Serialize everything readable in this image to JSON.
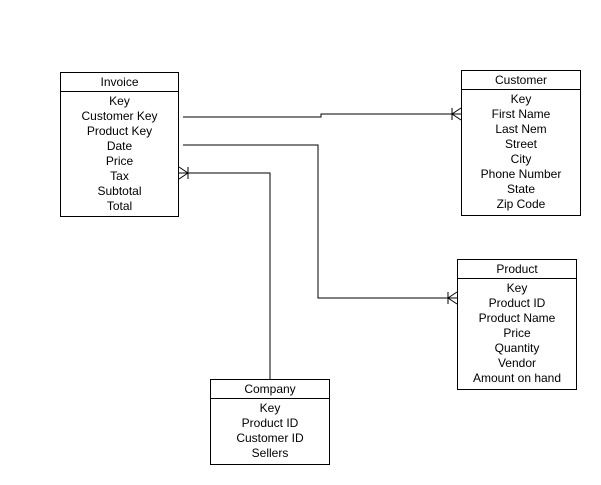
{
  "entities": {
    "invoice": {
      "title": "Invoice",
      "fields": [
        "Key",
        "Customer Key",
        "Product Key",
        "Date",
        "Price",
        "Tax",
        "Subtotal",
        "Total"
      ]
    },
    "customer": {
      "title": "Customer",
      "fields": [
        "Key",
        "First Name",
        "Last Nem",
        "Street",
        "City",
        "Phone Number",
        "State",
        "Zip Code"
      ]
    },
    "product": {
      "title": "Product",
      "fields": [
        "Key",
        "Product ID",
        "Product Name",
        "Price",
        "Quantity",
        "Vendor",
        "Amount on hand"
      ]
    },
    "company": {
      "title": "Company",
      "fields": [
        "Key",
        "Product ID",
        "Customer ID",
        "Sellers"
      ]
    }
  },
  "relationships": [
    {
      "from": "invoice",
      "to": "customer",
      "to_end": "one-or-many"
    },
    {
      "from": "invoice",
      "to": "product",
      "to_end": "one-or-many"
    },
    {
      "from": "company",
      "to": "invoice",
      "to_end": "one-or-many"
    }
  ],
  "colors": {
    "line": "#000000",
    "border": "#000000",
    "background": "#ffffff"
  }
}
